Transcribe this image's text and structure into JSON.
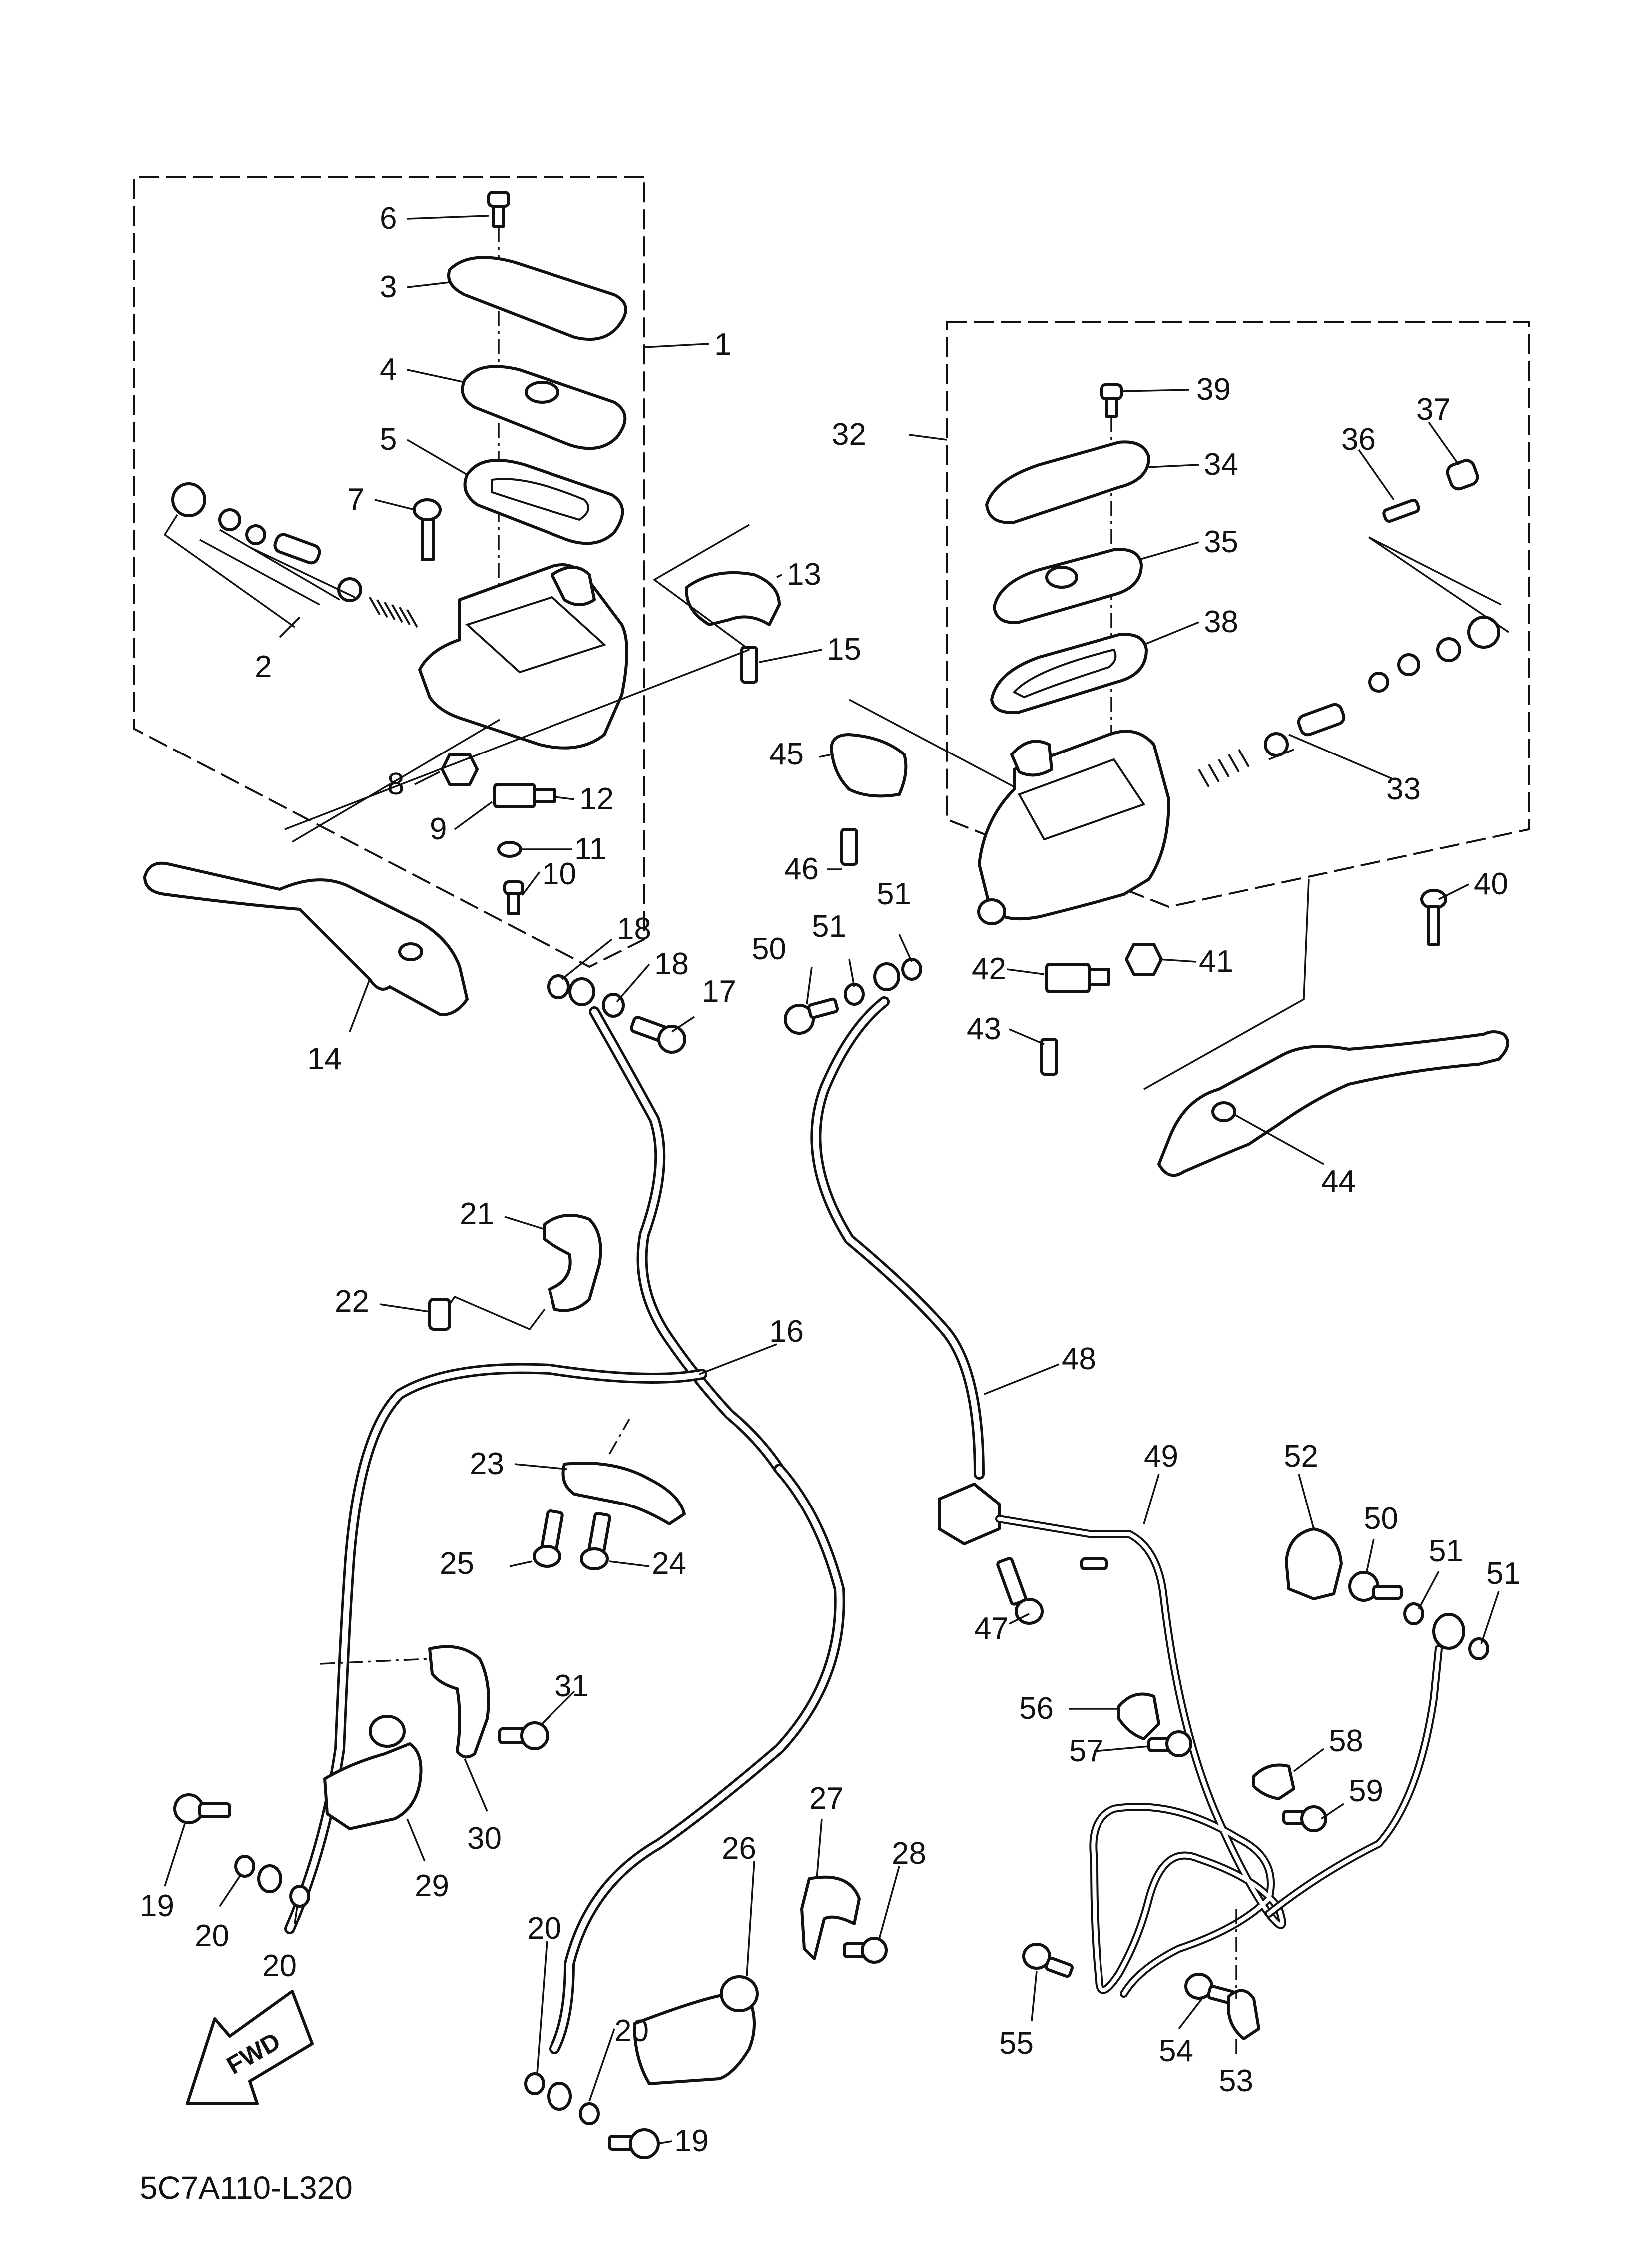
{
  "diagram_code": "5C7A110-L320",
  "direction_label": "FWD",
  "callouts": [
    "1",
    "2",
    "3",
    "4",
    "5",
    "6",
    "7",
    "8",
    "9",
    "10",
    "11",
    "12",
    "13",
    "14",
    "15",
    "16",
    "17",
    "18",
    "18",
    "19",
    "19",
    "20",
    "20",
    "20",
    "20",
    "21",
    "22",
    "23",
    "24",
    "25",
    "26",
    "27",
    "28",
    "29",
    "30",
    "31",
    "32",
    "33",
    "34",
    "35",
    "36",
    "37",
    "38",
    "39",
    "40",
    "41",
    "42",
    "43",
    "44",
    "45",
    "46",
    "47",
    "48",
    "49",
    "50",
    "50",
    "51",
    "51",
    "51",
    "51",
    "52",
    "53",
    "54",
    "55",
    "56",
    "57",
    "58",
    "59"
  ]
}
